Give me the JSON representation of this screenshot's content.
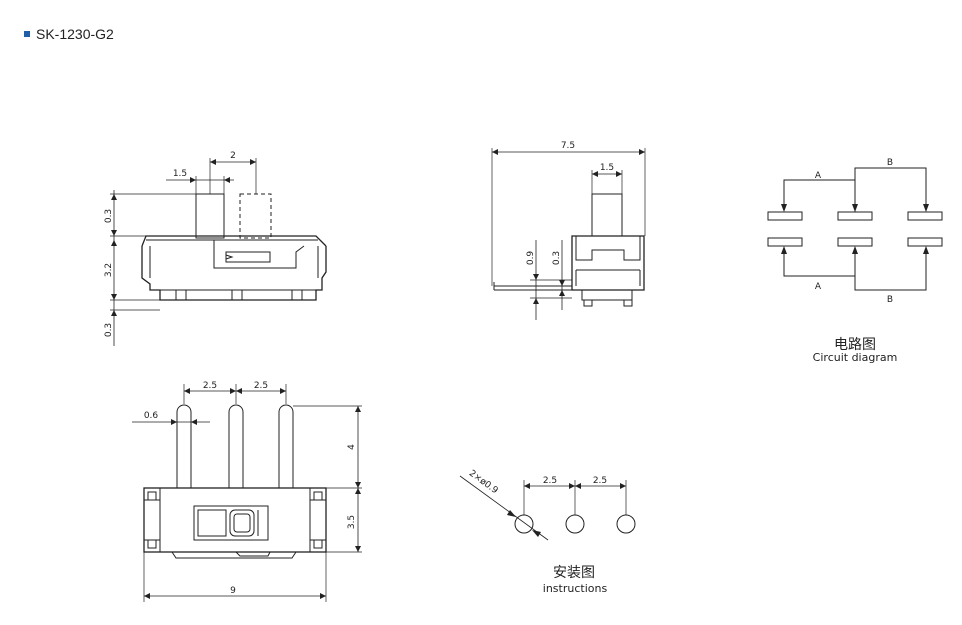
{
  "header": {
    "model": "SK-1230-G2",
    "bullet_color": "#1f5fa8"
  },
  "side_view": {
    "dims": {
      "width_1_5": "1.5",
      "width_2": "2",
      "height_0_3_top": "0.3",
      "height_3_2": "3.2",
      "height_0_3_bottom": "0.3"
    }
  },
  "end_view": {
    "dims": {
      "width_7_5": "7.5",
      "width_1_5": "1.5",
      "height_0_9": "0.9",
      "height_0_3": "0.3"
    }
  },
  "top_view": {
    "dims": {
      "pitch_1": "2.5",
      "pitch_2": "2.5",
      "pin_width": "0.6",
      "pin_length": "4",
      "body_depth": "3.5",
      "body_width": "9"
    }
  },
  "circuit": {
    "labels": {
      "a_top": "A",
      "b_top": "B",
      "a_bottom": "A",
      "b_bottom": "B"
    },
    "caption_cn": "电路图",
    "caption_en": "Circuit diagram"
  },
  "install": {
    "labels": {
      "hole": "2×ø0.9",
      "pitch_1": "2.5",
      "pitch_2": "2.5"
    },
    "caption_cn": "安装图",
    "caption_en": "instructions"
  }
}
